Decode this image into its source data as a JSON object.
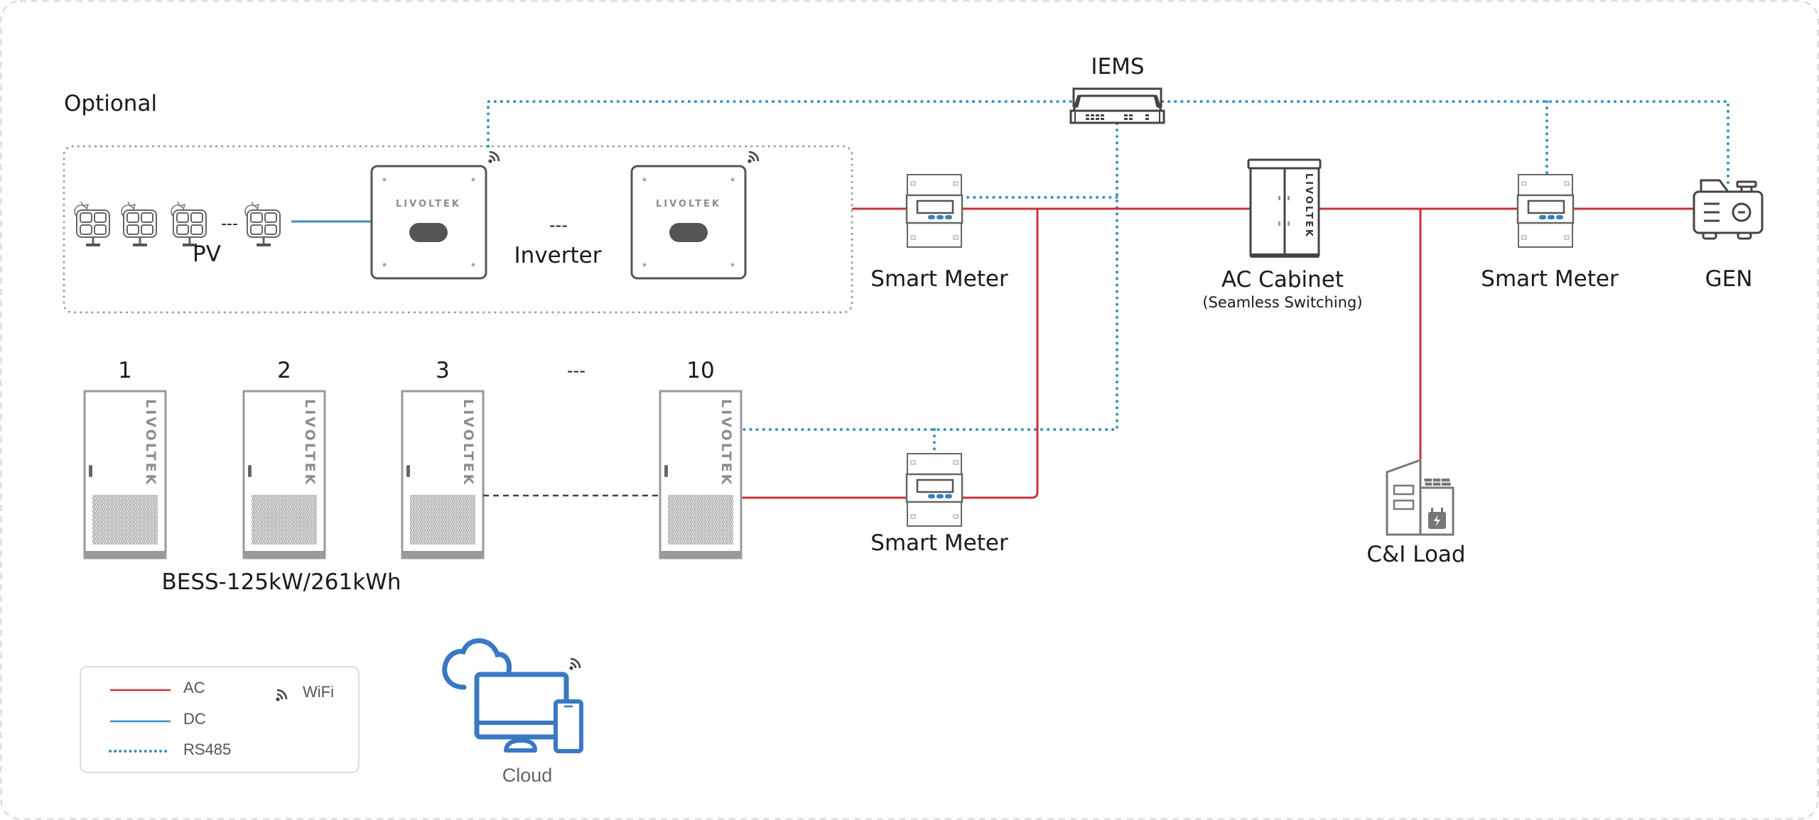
{
  "diagram": {
    "optional_label": "Optional",
    "iems_label": "IEMS",
    "pv_label": "PV",
    "pv_ellipsis": "---",
    "inverter_label": "Inverter",
    "inverter_ellipsis": "---",
    "brand": "LIVOLTEK",
    "meters": [
      {
        "label": "Smart Meter"
      },
      {
        "label": "Smart Meter"
      },
      {
        "label": "Smart Meter"
      }
    ],
    "ac_cabinet": {
      "label": "AC Cabinet",
      "sublabel": "(Seamless Switching)"
    },
    "gen_label": "GEN",
    "load_label": "C&I Load",
    "bess": {
      "units": [
        "1",
        "2",
        "3",
        "10"
      ],
      "ellipsis": "---",
      "label": "BESS-125kW/261kWh"
    },
    "cloud_label": "Cloud",
    "legend": {
      "items": [
        {
          "label": "AC",
          "type": "ac",
          "color": "#c8323a"
        },
        {
          "label": "DC",
          "type": "dc",
          "color": "#3e8fc0"
        },
        {
          "label": "RS485",
          "type": "rs485",
          "color": "#3e8fc0"
        }
      ],
      "wifi_label": "WiFi"
    },
    "colors": {
      "ac": "#c8323a",
      "dc": "#3e8fc0",
      "rs485": "#3e8fc0",
      "cloud_icon": "#3a78c2",
      "device_stroke": "#555555"
    }
  }
}
